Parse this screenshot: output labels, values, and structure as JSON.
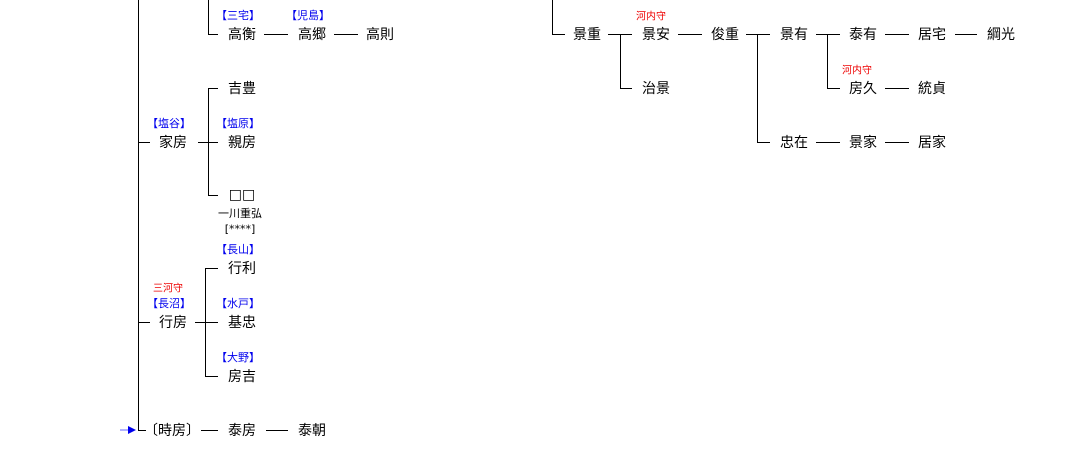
{
  "colors": {
    "name": "#000000",
    "house": "#0000ee",
    "title": "#ee0000",
    "arrow": "#0000ee"
  },
  "left": {
    "takahira": {
      "house": "【三宅】",
      "name": "高衡"
    },
    "takasato": {
      "house": "【児島】",
      "name": "高郷"
    },
    "takanori": {
      "name": "高則"
    },
    "iefusa": {
      "house": "【塩谷】",
      "name": "家房"
    },
    "yoshitoyo": {
      "name": "吉豊"
    },
    "chikafusa": {
      "house": "【塩原】",
      "name": "親房"
    },
    "unknown": {
      "name": "□□",
      "note": "一川重弘",
      "note2": "[****]"
    },
    "yukifusa": {
      "title": "三河守",
      "house": "【長沼】",
      "name": "行房"
    },
    "yukitoshi": {
      "house": "【長山】",
      "name": "行利"
    },
    "mototada": {
      "house": "【水戸】",
      "name": "基忠"
    },
    "fusayoshi": {
      "house": "【大野】",
      "name": "房吉"
    },
    "tokifusa": {
      "name": "〔時房〕"
    },
    "yasufusa": {
      "name": "泰房"
    },
    "yasutomo": {
      "name": "泰朝"
    }
  },
  "right": {
    "kageshige": {
      "name": "景重"
    },
    "kageyasu": {
      "title": "河内守",
      "name": "景安"
    },
    "harukage": {
      "name": "治景"
    },
    "toshishige": {
      "name": "俊重"
    },
    "kagearі": {
      "name": "景有"
    },
    "yasuari": {
      "name": "泰有"
    },
    "iyake": {
      "name": "居宅"
    },
    "tsunamitsu": {
      "name": "綱光"
    },
    "fusahisa": {
      "title": "河内守",
      "name": "房久"
    },
    "munesada": {
      "name": "統貞"
    },
    "tadaari": {
      "name": "忠在"
    },
    "kageie": {
      "name": "景家"
    },
    "iie": {
      "name": "居家"
    }
  }
}
